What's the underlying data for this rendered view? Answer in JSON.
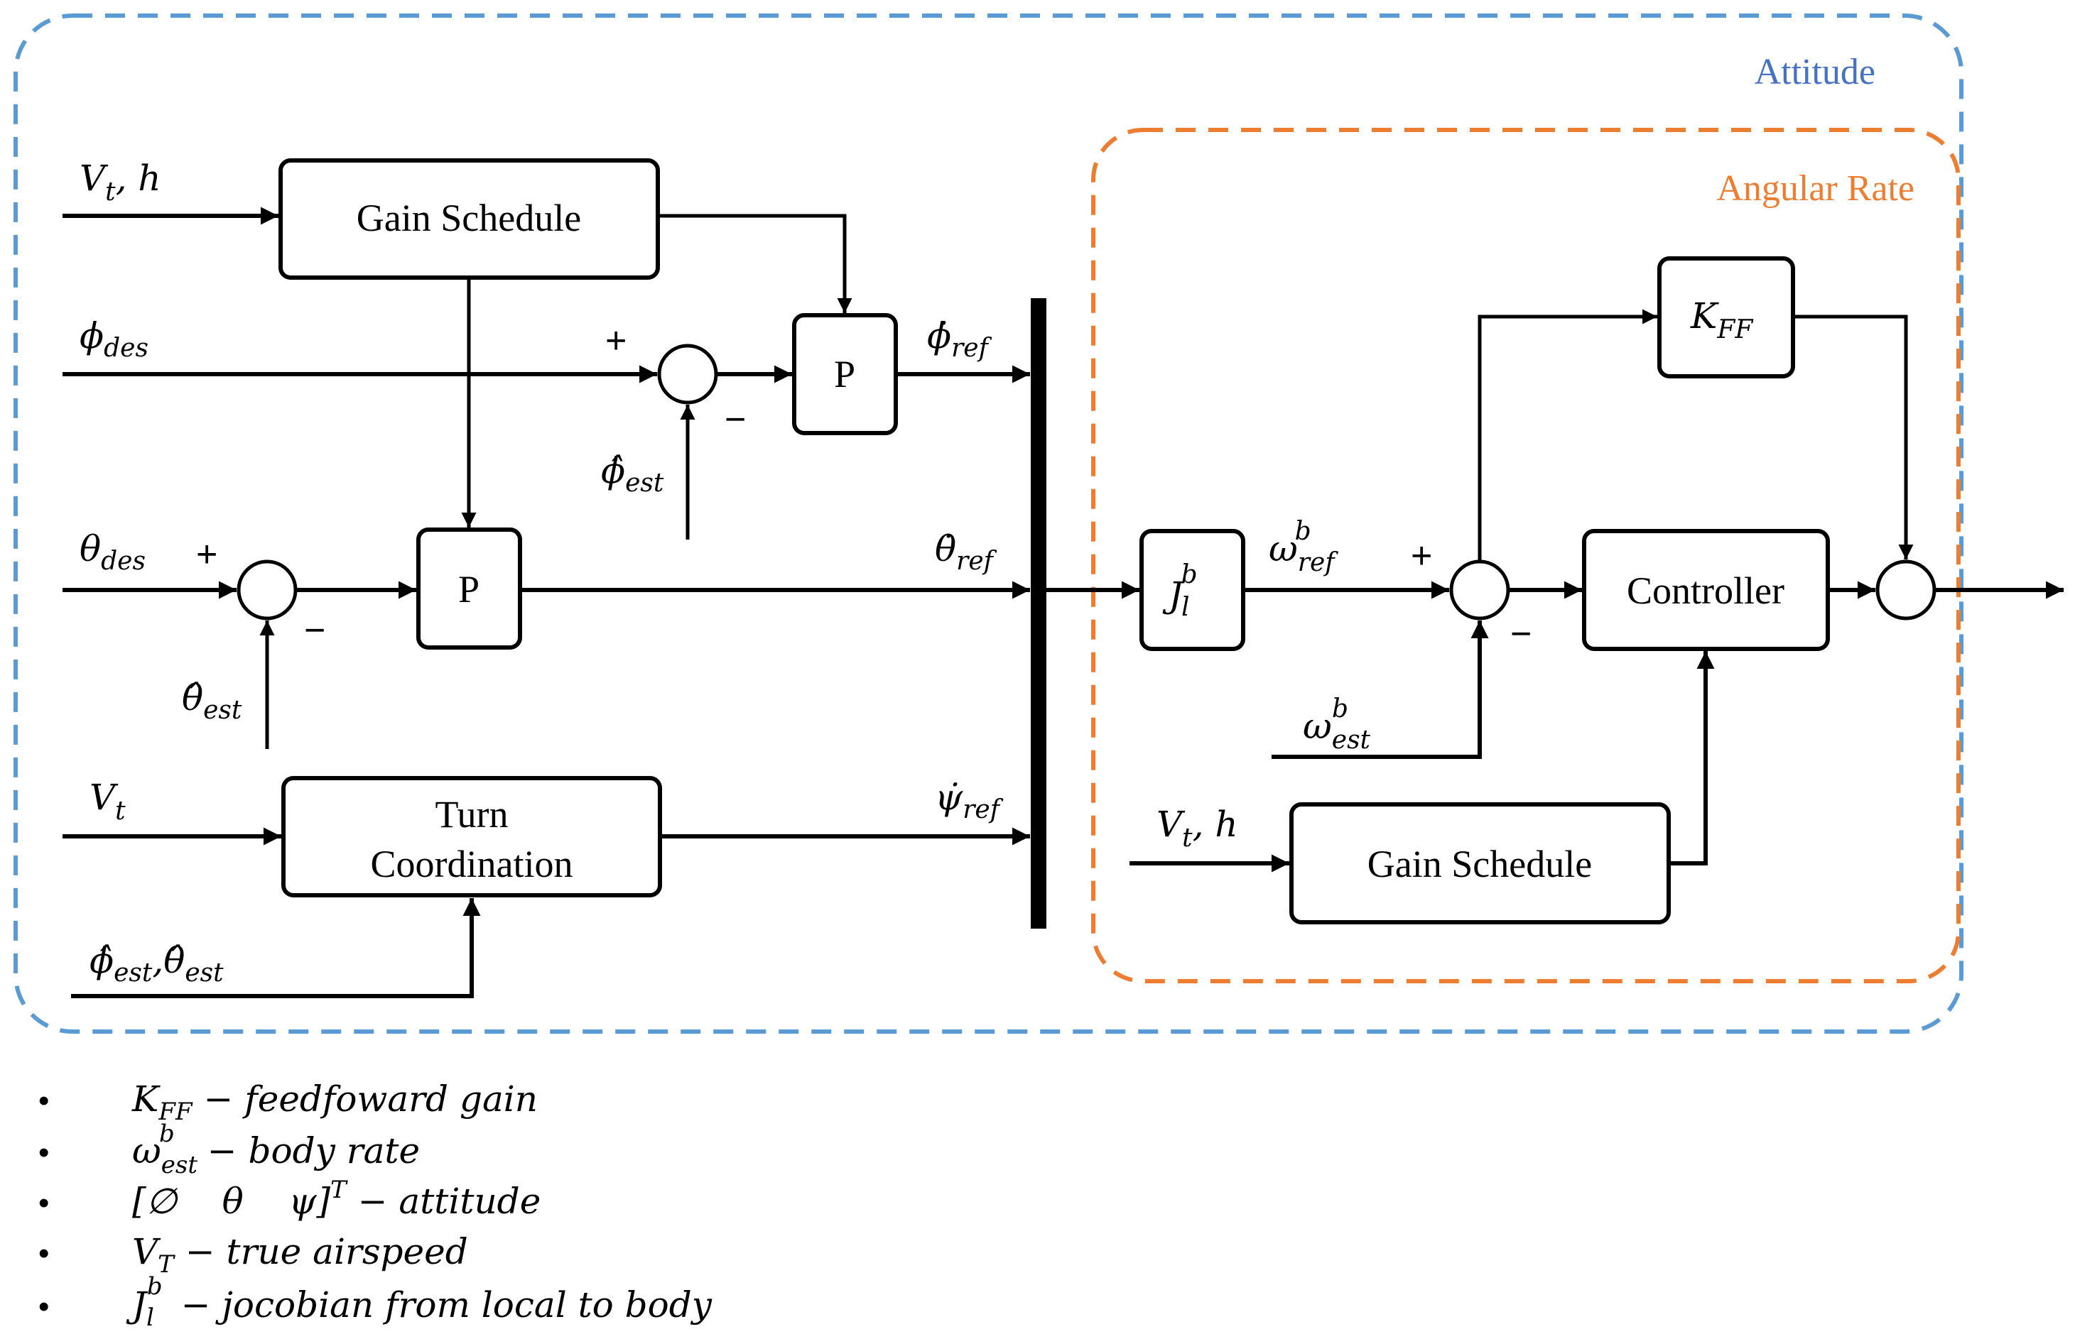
{
  "diagram": {
    "groups": {
      "attitude": {
        "title": "Attitude",
        "color": "#5b9bd5"
      },
      "angular_rate": {
        "title": "Angular Rate",
        "color": "#ed7d31"
      }
    },
    "blocks": {
      "gain_schedule_attitude": "Gain Schedule",
      "p_roll": "P",
      "p_pitch": "P",
      "turn_coordination_line1": "Turn",
      "turn_coordination_line2": "Coordination",
      "jacobian": {
        "base": "J",
        "sup": "b",
        "sub": "l"
      },
      "kff": {
        "base": "K",
        "sub": "FF"
      },
      "controller": "Controller",
      "gain_schedule_rate": "Gain Schedule"
    },
    "signals": {
      "vt_h_top": {
        "base": "V",
        "sub": "t",
        "rest": ", h"
      },
      "phi_des": {
        "base": "ϕ",
        "sub": "des"
      },
      "phi_est": {
        "base": "ϕ̂",
        "sub": "est"
      },
      "theta_des": {
        "base": "θ",
        "sub": "des"
      },
      "theta_est": {
        "base": "θ̂",
        "sub": "est"
      },
      "vt": {
        "base": "V",
        "sub": "t"
      },
      "phi_theta_est": {
        "base1": "ϕ̂",
        "sub1": "est",
        "sep": ",",
        "base2": "θ̂",
        "sub2": "est"
      },
      "phi_dot_ref": {
        "base": "ϕ̇",
        "sub": "ref"
      },
      "theta_dot_ref": {
        "base": "θ̇",
        "sub": "ref"
      },
      "psi_dot_ref": {
        "base": "ψ̇",
        "sub": "ref"
      },
      "omega_ref": {
        "base": "ω",
        "sup": "b",
        "sub": "ref"
      },
      "omega_est": {
        "base": "ω",
        "sup": "b",
        "sub": "est"
      },
      "vt_h_rate": {
        "base": "V",
        "sub": "t",
        "rest": ", h"
      }
    },
    "signs": {
      "plus": "+",
      "minus": "−"
    }
  },
  "legend": [
    {
      "bullet": "•",
      "symbol": "K",
      "sub": "FF",
      "sup": "",
      "text": " − feedfoward gain"
    },
    {
      "bullet": "•",
      "symbol": "ω",
      "sub": "est",
      "sup": "b",
      "text": " − body rate"
    },
    {
      "bullet": "•",
      "symbol": "[∅    θ    ψ]",
      "sub": "",
      "sup": "T",
      "text": " − attitude"
    },
    {
      "bullet": "•",
      "symbol": "V",
      "sub": "T",
      "sup": "",
      "text": " − true airspeed"
    },
    {
      "bullet": "•",
      "symbol": "J",
      "sub": "l",
      "sup": "b",
      "text": " − jocobian from local to body"
    }
  ]
}
